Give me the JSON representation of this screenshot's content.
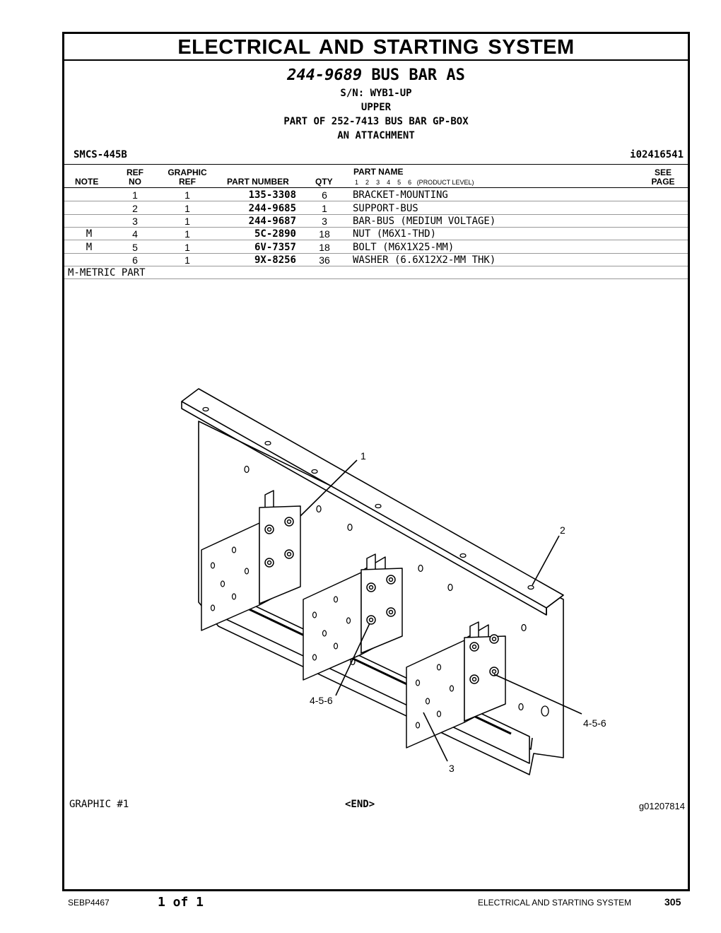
{
  "section_title": "ELECTRICAL AND STARTING SYSTEM",
  "assembly": {
    "part_number": "244-9689",
    "name": "BUS BAR AS",
    "serial": "S/N: WYB1-UP",
    "position": "UPPER",
    "part_of": "PART OF 252-7413 BUS BAR GP-BOX",
    "attachment": "AN ATTACHMENT"
  },
  "smcs": "SMCS-445B",
  "doc_id": "i02416541",
  "columns": {
    "note": "NOTE",
    "ref_top": "REF",
    "ref_bottom": "NO",
    "graphic_top": "GRAPHIC",
    "graphic_bottom": "REF",
    "part_number": "PART NUMBER",
    "qty": "QTY",
    "part_name": "PART NAME",
    "product_levels": [
      "1",
      "2",
      "3",
      "4",
      "5",
      "6"
    ],
    "product_level_label": "(PRODUCT LEVEL)",
    "see_top": "SEE",
    "see_bottom": "PAGE"
  },
  "parts": [
    {
      "note": "",
      "ref": "1",
      "graphic_ref": "1",
      "part_number": "135-3308",
      "qty": "6",
      "name": "BRACKET-MOUNTING"
    },
    {
      "note": "",
      "ref": "2",
      "graphic_ref": "1",
      "part_number": "244-9685",
      "qty": "1",
      "name": "SUPPORT-BUS"
    },
    {
      "note": "",
      "ref": "3",
      "graphic_ref": "1",
      "part_number": "244-9687",
      "qty": "3",
      "name": "BAR-BUS (MEDIUM VOLTAGE)"
    },
    {
      "note": "M",
      "ref": "4",
      "graphic_ref": "1",
      "part_number": "5C-2890",
      "qty": "18",
      "name": "NUT (M6X1-THD)"
    },
    {
      "note": "M",
      "ref": "5",
      "graphic_ref": "1",
      "part_number": "6V-7357",
      "qty": "18",
      "name": "BOLT (M6X1X25-MM)"
    },
    {
      "note": "",
      "ref": "6",
      "graphic_ref": "1",
      "part_number": "9X-8256",
      "qty": "36",
      "name": "WASHER (6.6X12X2-MM THK)"
    }
  ],
  "metric_note": "M-METRIC PART",
  "callouts": {
    "c1": "1",
    "c2": "2",
    "c3": "3",
    "c456a": "4-5-6",
    "c456b": "4-5-6"
  },
  "graphic_label": "GRAPHIC #1",
  "end_marker": "<END>",
  "graphic_code": "g01207814",
  "footer": {
    "doc": "SEBP4467",
    "pages": "1 of 1",
    "section": "ELECTRICAL AND STARTING SYSTEM",
    "page_number": "305"
  }
}
